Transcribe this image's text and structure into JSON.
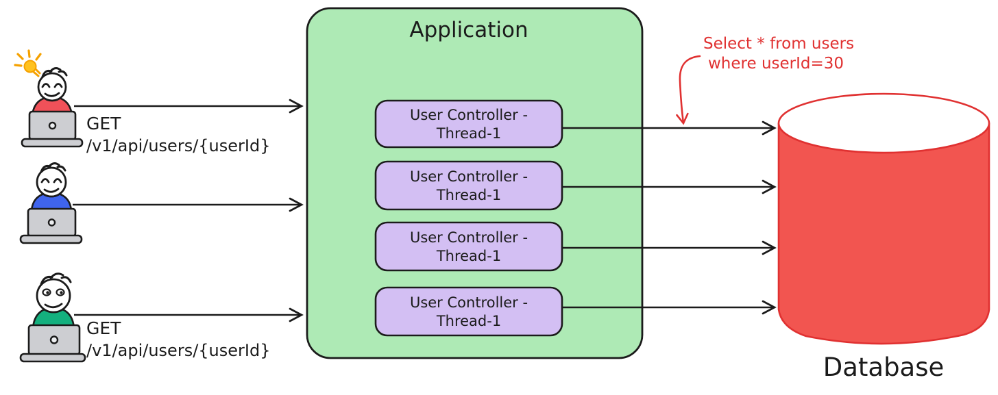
{
  "diagram": {
    "application": {
      "title": "Application"
    },
    "threads": [
      {
        "line1": "User Controller -",
        "line2": "Thread-1"
      },
      {
        "line1": "User Controller -",
        "line2": "Thread-1"
      },
      {
        "line1": "User Controller -",
        "line2": "Thread-1"
      },
      {
        "line1": "User Controller -",
        "line2": "Thread-1"
      }
    ],
    "requests": {
      "user1": {
        "method": "GET",
        "path": "/v1/api/users/{userId}"
      },
      "user3": {
        "method": "GET",
        "path": "/v1/api/users/{userId}"
      }
    },
    "database": {
      "label": "Database"
    },
    "annotation": {
      "line1": "Select * from users",
      "line2": "where userId=30"
    }
  },
  "colors": {
    "application_fill": "#aeeab5",
    "thread_fill": "#d3bff3",
    "database_fill": "#f25550",
    "database_stroke": "#e03131",
    "annotation_color": "#e03131",
    "shirt_user1": "#f05159",
    "shirt_user2": "#3f64ed",
    "shirt_user3": "#14b07e",
    "laptop_fill": "#cdced2",
    "bulb_fill": "#ffc21f",
    "bulb_ray": "#f5a100"
  }
}
